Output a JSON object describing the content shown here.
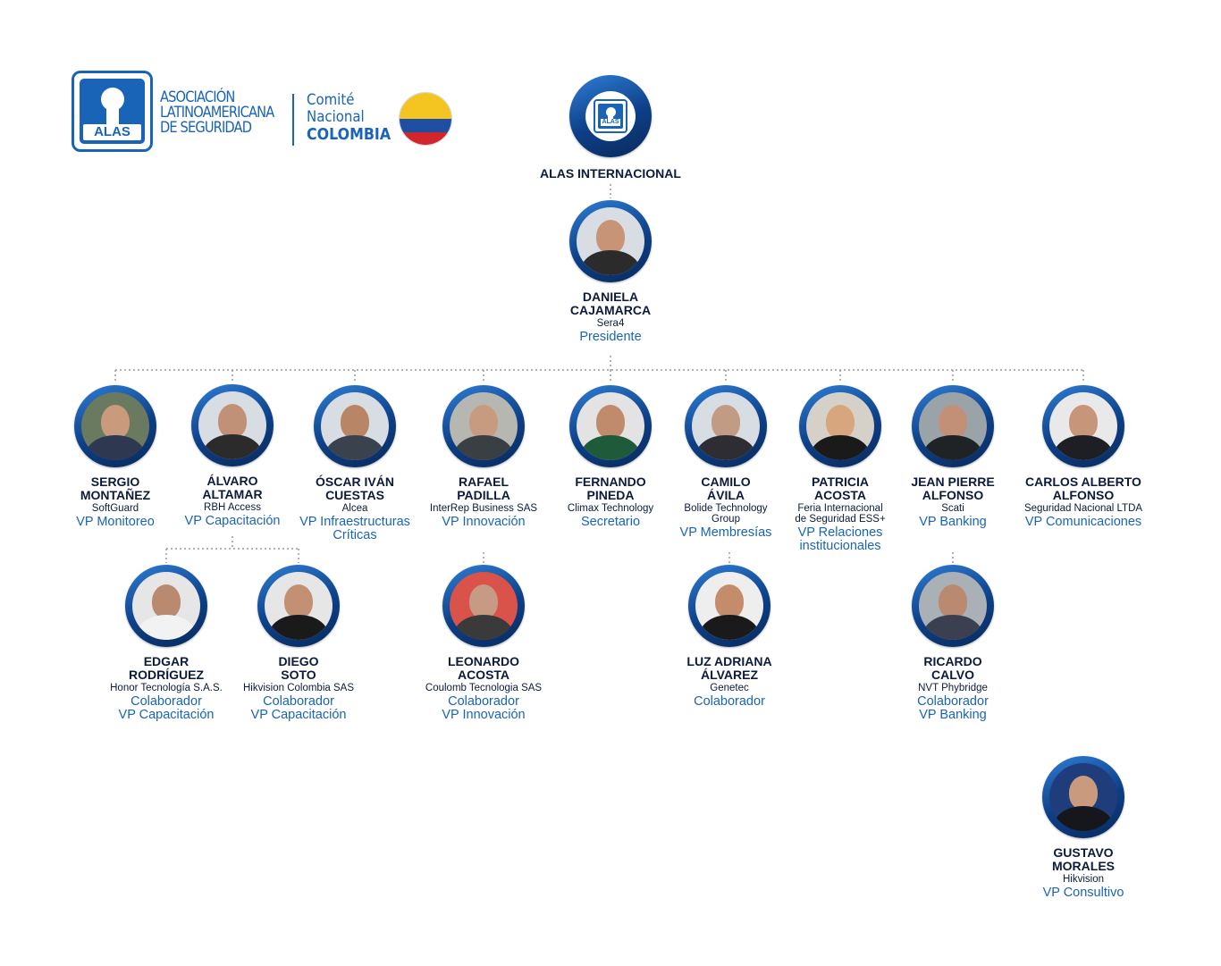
{
  "header": {
    "logo_badge": "ALAS",
    "org_line1": "ASOCIACIÓN",
    "org_line2": "LATINOAMERICANA",
    "org_line3": "DE SEGURIDAD",
    "committee_line1": "Comité",
    "committee_line2": "Nacional",
    "committee_line3": "COLOMBIA"
  },
  "root": {
    "label": "ALAS INTERNACIONAL",
    "badge": "ALAS"
  },
  "president": {
    "name": "DANIELA\nCAJAMARCA",
    "company": "Sera4",
    "role": "Presidente"
  },
  "vps": [
    {
      "name": "SERGIO\nMONTAÑEZ",
      "company": "SoftGuard",
      "role": "VP Monitoreo"
    },
    {
      "name": "ÁLVARO\nALTAMAR",
      "company": "RBH Access",
      "role": "VP Capacitación"
    },
    {
      "name": "ÓSCAR IVÁN\nCUESTAS",
      "company": "Alcea",
      "role": "VP Infraestructuras\nCríticas"
    },
    {
      "name": "RAFAEL\nPADILLA",
      "company": "InterRep Business SAS",
      "role": "VP Innovación"
    },
    {
      "name": "FERNANDO\nPINEDA",
      "company": "Climax Technology",
      "role": "Secretario"
    },
    {
      "name": "CAMILO\nÁVILA",
      "company": "Bolide Technology\nGroup",
      "role": "VP Membresías"
    },
    {
      "name": "PATRICIA\nACOSTA",
      "company": "Feria Internacional\nde Seguridad ESS+",
      "role": "VP Relaciones\ninstitucionales"
    },
    {
      "name": "JEAN PIERRE\nALFONSO",
      "company": "Scati",
      "role": "VP Banking"
    },
    {
      "name": "CARLOS ALBERTO\nALFONSO",
      "company": "Seguridad Nacional LTDA",
      "role": "VP Comunicaciones"
    }
  ],
  "collaborators": [
    {
      "name": "EDGAR\nRODRÍGUEZ",
      "company": "Honor Tecnología S.A.S.",
      "role": "Colaborador\nVP Capacitación"
    },
    {
      "name": "DIEGO\nSOTO",
      "company": "Hikvision Colombia SAS",
      "role": "Colaborador\nVP Capacitación"
    },
    {
      "name": "LEONARDO\nACOSTA",
      "company": "Coulomb Tecnologia SAS",
      "role": "Colaborador\nVP Innovación"
    },
    {
      "name": "LUZ ADRIANA\nÁLVAREZ",
      "company": "Genetec",
      "role": "Colaborador"
    },
    {
      "name": "RICARDO\nCALVO",
      "company": "NVT Phybridge",
      "role": "Colaborador\nVP Banking"
    },
    {
      "name": "GUSTAVO\nMORALES",
      "company": "Hikvision",
      "role": "VP Consultivo"
    }
  ],
  "colors": {
    "accent": "#1a64b8",
    "text": "#0c1b3a",
    "connector": "#9a9a9a",
    "flag_yellow": "#f4c520",
    "flag_blue": "#1f4fa2",
    "flag_red": "#d2262d"
  }
}
